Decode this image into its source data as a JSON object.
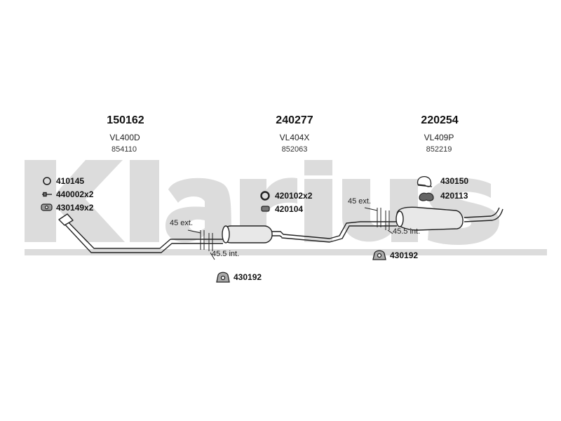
{
  "brand": {
    "watermark": "Klarius",
    "watermark_color": "#dcdcdc"
  },
  "sections": [
    {
      "part_number": "150162",
      "code": "VL400D",
      "ref": "854110"
    },
    {
      "part_number": "240277",
      "code": "VL404X",
      "ref": "852063"
    },
    {
      "part_number": "220254",
      "code": "VL409P",
      "ref": "852219"
    }
  ],
  "fittings": {
    "left": [
      {
        "label": "410145",
        "icon": "gasket-ring-icon"
      },
      {
        "label": "440002x2",
        "icon": "bolt-icon"
      },
      {
        "label": "430149x2",
        "icon": "flange-gasket-icon"
      }
    ],
    "middle": [
      {
        "label": "420102x2",
        "icon": "o-ring-icon"
      },
      {
        "label": "420104",
        "icon": "rubber-block-icon"
      }
    ],
    "right": [
      {
        "label": "430150",
        "icon": "mounting-bracket-icon"
      },
      {
        "label": "420113",
        "icon": "rubber-hanger-icon"
      }
    ],
    "bottom_middle": {
      "label": "430192",
      "icon": "clamp-icon"
    },
    "bottom_left": {
      "label": "430192",
      "icon": "clamp-icon"
    }
  },
  "measurements": {
    "left_ext": "45 ext.",
    "left_int": "45.5 int.",
    "right_ext": "45 ext.",
    "right_int": "45.5 int."
  },
  "colors": {
    "line": "#222222",
    "muffler_fill": "#e8e8e8"
  }
}
